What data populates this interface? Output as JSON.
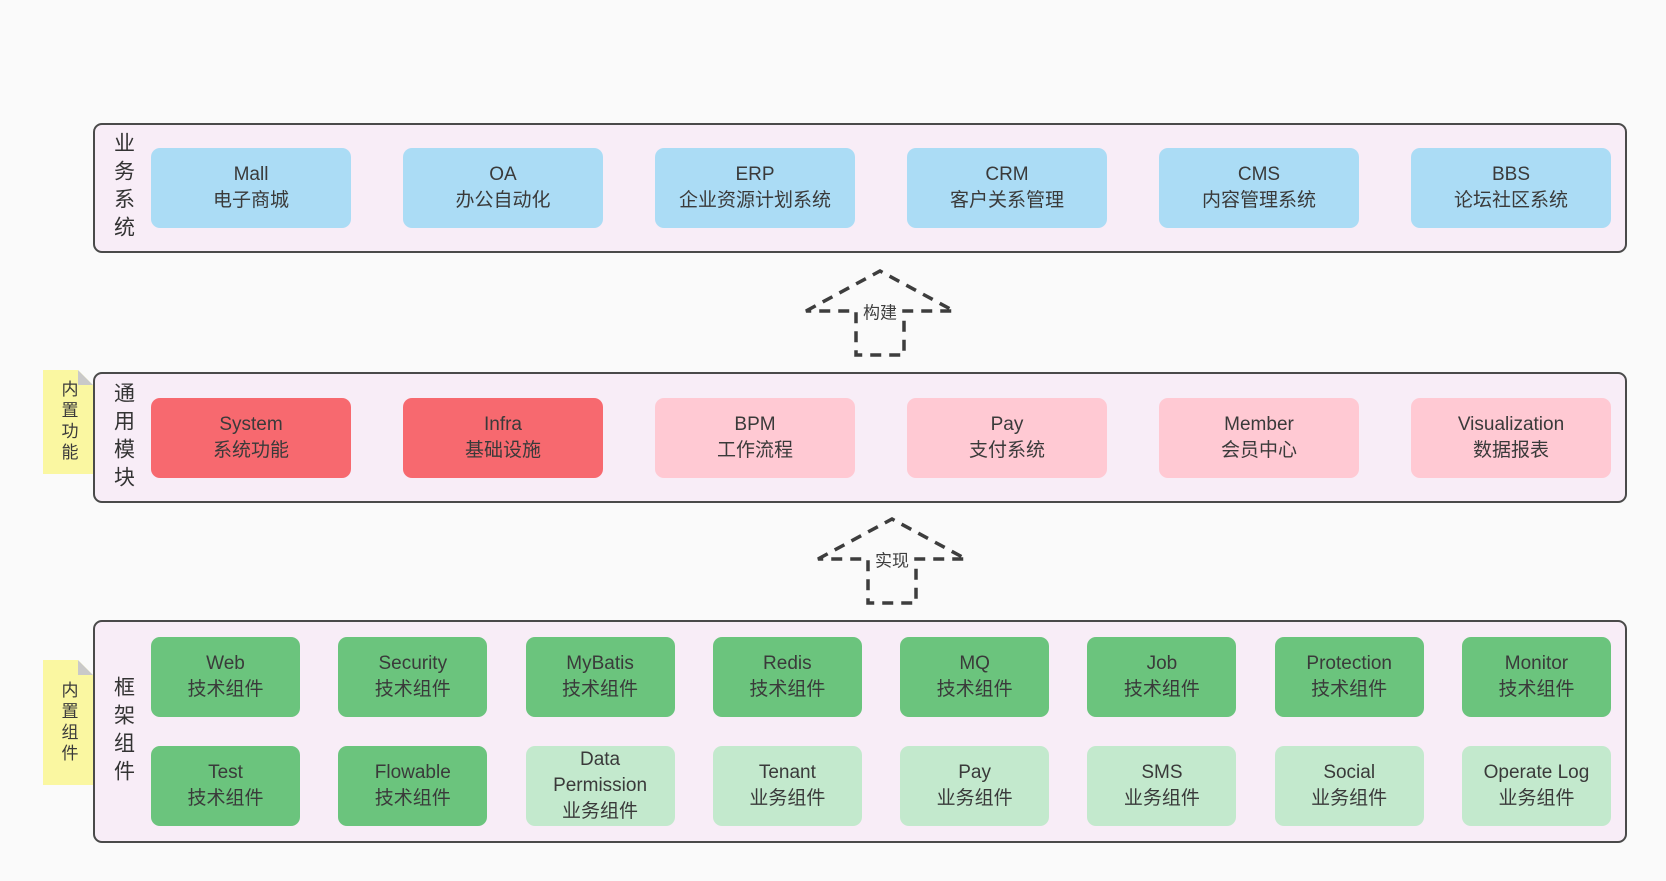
{
  "colors": {
    "page_bg": "#fafafa",
    "panel_bg": "#f8edf7",
    "panel_border": "#4a4a4a",
    "blue": "#abdcf5",
    "red": "#f7696f",
    "pink": "#ffc9d3",
    "green": "#6bc47d",
    "lightgreen": "#c3e9cd",
    "yellow": "#faf7a1",
    "fold_gray": "#c9c9c9",
    "text": "#3a3a3a"
  },
  "arrows": [
    {
      "label": "构建"
    },
    {
      "label": "实现"
    }
  ],
  "layers": [
    {
      "id": "business-systems",
      "label": "业务系统",
      "boxes": [
        {
          "name": "Mall",
          "desc": "电子商城",
          "variant": "blue"
        },
        {
          "name": "OA",
          "desc": "办公自动化",
          "variant": "blue"
        },
        {
          "name": "ERP",
          "desc": "企业资源计划系统",
          "variant": "blue"
        },
        {
          "name": "CRM",
          "desc": "客户关系管理",
          "variant": "blue"
        },
        {
          "name": "CMS",
          "desc": "内容管理系统",
          "variant": "blue"
        },
        {
          "name": "BBS",
          "desc": "论坛社区系统",
          "variant": "blue"
        }
      ]
    },
    {
      "id": "common-modules",
      "label": "通用模块",
      "note": "内置功能",
      "boxes": [
        {
          "name": "System",
          "desc": "系统功能",
          "variant": "red"
        },
        {
          "name": "Infra",
          "desc": "基础设施",
          "variant": "red"
        },
        {
          "name": "BPM",
          "desc": "工作流程",
          "variant": "pink"
        },
        {
          "name": "Pay",
          "desc": "支付系统",
          "variant": "pink"
        },
        {
          "name": "Member",
          "desc": "会员中心",
          "variant": "pink"
        },
        {
          "name": "Visualization",
          "desc": "数据报表",
          "variant": "pink"
        }
      ]
    },
    {
      "id": "framework-components",
      "label": "框架组件",
      "note": "内置组件",
      "rows": [
        [
          {
            "name": "Web",
            "desc": "技术组件",
            "variant": "green"
          },
          {
            "name": "Security",
            "desc": "技术组件",
            "variant": "green"
          },
          {
            "name": "MyBatis",
            "desc": "技术组件",
            "variant": "green"
          },
          {
            "name": "Redis",
            "desc": "技术组件",
            "variant": "green"
          },
          {
            "name": "MQ",
            "desc": "技术组件",
            "variant": "green"
          },
          {
            "name": "Job",
            "desc": "技术组件",
            "variant": "green"
          },
          {
            "name": "Protection",
            "desc": "技术组件",
            "variant": "green"
          },
          {
            "name": "Monitor",
            "desc": "技术组件",
            "variant": "green"
          }
        ],
        [
          {
            "name": "Test",
            "desc": "技术组件",
            "variant": "green"
          },
          {
            "name": "Flowable",
            "desc": "技术组件",
            "variant": "green"
          },
          {
            "name": "Data Permission",
            "desc": "业务组件",
            "variant": "lightgreen"
          },
          {
            "name": "Tenant",
            "desc": "业务组件",
            "variant": "lightgreen"
          },
          {
            "name": "Pay",
            "desc": "业务组件",
            "variant": "lightgreen"
          },
          {
            "name": "SMS",
            "desc": "业务组件",
            "variant": "lightgreen"
          },
          {
            "name": "Social",
            "desc": "业务组件",
            "variant": "lightgreen"
          },
          {
            "name": "Operate Log",
            "desc": "业务组件",
            "variant": "lightgreen"
          }
        ]
      ]
    }
  ]
}
